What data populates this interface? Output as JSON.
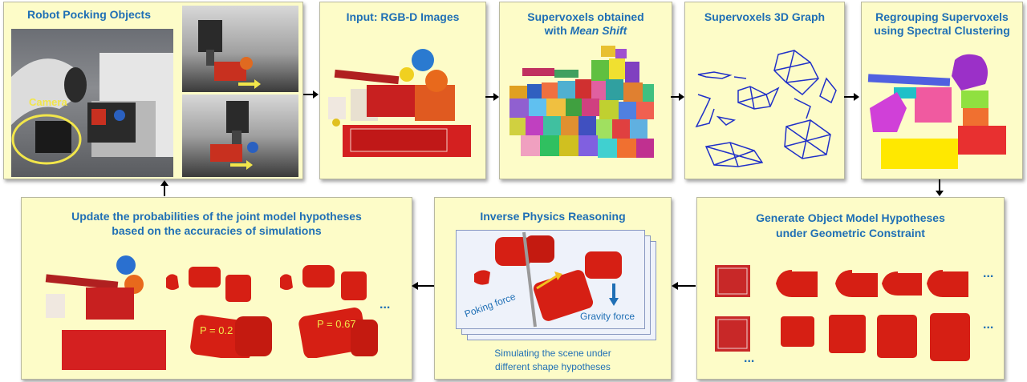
{
  "panels": {
    "robot": {
      "title": "Robot Pocking Objects",
      "camera_label": "Camera"
    },
    "input": {
      "title": "Input: RGB-D Images"
    },
    "supervoxels": {
      "title_line1": "Supervoxels obtained",
      "title_line2_prefix": "with ",
      "title_line2_italic": "Mean Shift"
    },
    "graph": {
      "title": "Supervoxels 3D Graph"
    },
    "regroup": {
      "title_line1": "Regrouping Supervoxels",
      "title_line2": "using Spectral Clustering"
    },
    "generate": {
      "title_line1": "Generate Object Model Hypotheses",
      "title_line2": "under Geometric Constraint",
      "ellipsis": "..."
    },
    "physics": {
      "title": "Inverse Physics Reasoning",
      "poking_force": "Poking force",
      "gravity_force": "Gravity force",
      "caption_line1": "Simulating the scene under",
      "caption_line2": "different shape hypotheses"
    },
    "update": {
      "title_line1": "Update the probabilities of the joint model hypotheses",
      "title_line2": "based on the accuracies of simulations",
      "p1": "P = 0.2",
      "p2": "P = 0.67",
      "ellipsis": "..."
    }
  },
  "colors": {
    "title_blue": "#1f6fb5",
    "panel_bg": "#fdfcc8",
    "object_red": "#d61f14",
    "graph_blue": "#2030c8",
    "label_yellow": "#f2e64a"
  }
}
